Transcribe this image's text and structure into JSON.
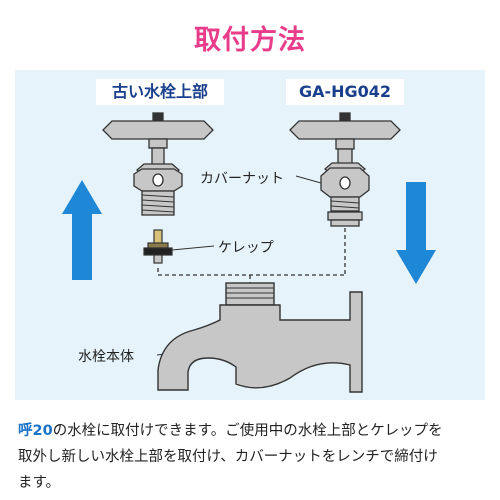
{
  "title": "取付方法",
  "labels": {
    "old_top": "古い水栓上部",
    "new_top": "GA-HG042",
    "cover_nut": "カバーナット",
    "kerep": "ケレップ",
    "faucet_body": "水栓本体"
  },
  "caption": {
    "highlight": "呼20",
    "line1_rest": "の水栓に取付けできます。ご使用中の水栓上部とケレップを",
    "line2": "取外し新しい水栓上部を取付け、カバーナットをレンチで締付け",
    "line3": "ます。"
  },
  "colors": {
    "title": "#e83c8b",
    "panel": "#e6f3fa",
    "arrow": "#1e88d6",
    "metal": "#c7c7c7",
    "label_text": "#1a3f8c",
    "highlight": "#1a73c9"
  }
}
